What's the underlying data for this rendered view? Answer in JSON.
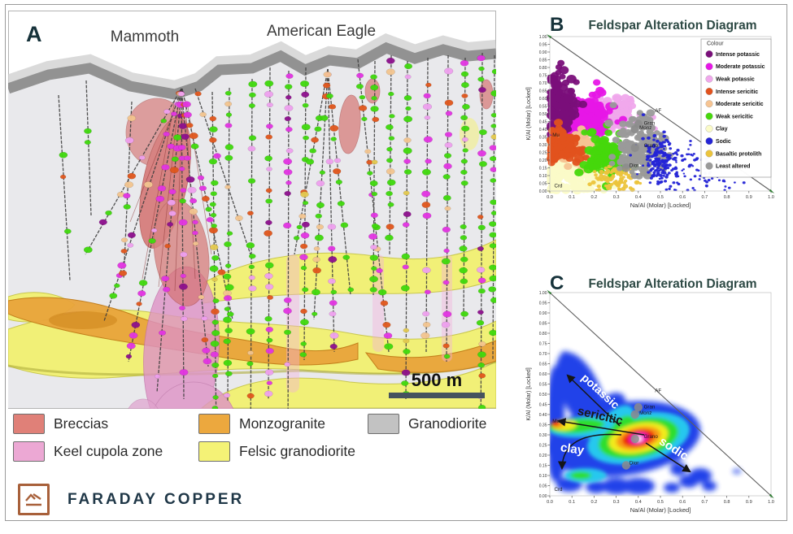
{
  "panel_a": {
    "label": "A",
    "mammoth": "Mammoth",
    "american_eagle": "American Eagle",
    "scalebar_label": "500 m",
    "legend": [
      {
        "label": "Breccias",
        "color": "#E08078"
      },
      {
        "label": "Monzogranite",
        "color": "#ECA83E"
      },
      {
        "label": "Granodiorite",
        "color": "#C2C2C2"
      },
      {
        "label": "Keel cupola zone",
        "color": "#ECA8D4"
      },
      {
        "label": "Felsic granodiorite",
        "color": "#F4F276"
      }
    ],
    "dot_palettes": {
      "g": [
        [
          "#3FD80C",
          0.62
        ],
        [
          "#E233E2",
          0.08
        ],
        [
          "#EFA0EF",
          0.06
        ],
        [
          "#E0561C",
          0.1
        ],
        [
          "#F3C48F",
          0.08
        ],
        [
          "#8D0F8D",
          0.03
        ],
        [
          "#E3C94F",
          0.03
        ]
      ],
      "m": [
        [
          "#E233E2",
          0.34
        ],
        [
          "#EFA0EF",
          0.22
        ],
        [
          "#3FD80C",
          0.16
        ],
        [
          "#8D0F8D",
          0.1
        ],
        [
          "#E0561C",
          0.1
        ],
        [
          "#F3C48F",
          0.08
        ]
      ],
      "s": [
        [
          "#E0561C",
          0.3
        ],
        [
          "#3FD80C",
          0.28
        ],
        [
          "#F3C48F",
          0.2
        ],
        [
          "#E233E2",
          0.12
        ],
        [
          "#EFA0EF",
          0.1
        ]
      ]
    },
    "holes": [
      [
        213,
        96,
        95,
        300,
        "m",
        0.6
      ],
      [
        213,
        96,
        118,
        382,
        "m",
        0.6
      ],
      [
        213,
        96,
        148,
        432,
        "m",
        0.65
      ],
      [
        213,
        96,
        183,
        470,
        "m",
        0.6
      ],
      [
        213,
        96,
        216,
        478,
        "m",
        0.6
      ],
      [
        213,
        96,
        246,
        438,
        "m",
        0.55
      ],
      [
        214,
        96,
        276,
        380,
        "s",
        0.6
      ],
      [
        152,
        112,
        142,
        330,
        "s",
        0.5
      ],
      [
        230,
        96,
        298,
        300,
        "s",
        0.5
      ],
      [
        62,
        104,
        76,
        332,
        "g",
        0.25
      ],
      [
        96,
        86,
        102,
        252,
        "g",
        0.2
      ],
      [
        251,
        100,
        256,
        522,
        "g",
        0.6
      ],
      [
        272,
        95,
        270,
        480,
        "g",
        0.6
      ],
      [
        300,
        84,
        298,
        560,
        "g",
        0.55
      ],
      [
        322,
        70,
        320,
        478,
        "m",
        0.6
      ],
      [
        345,
        74,
        344,
        560,
        "m",
        0.65
      ],
      [
        366,
        70,
        364,
        430,
        "g",
        0.6
      ],
      [
        393,
        72,
        352,
        300,
        "g",
        0.6
      ],
      [
        393,
        72,
        376,
        380,
        "g",
        0.6
      ],
      [
        393,
        72,
        401,
        420,
        "m",
        0.6
      ],
      [
        393,
        72,
        421,
        350,
        "g",
        0.6
      ],
      [
        430,
        60,
        468,
        420,
        "s",
        0.5
      ],
      [
        451,
        62,
        449,
        350,
        "g",
        0.6
      ],
      [
        471,
        55,
        469,
        300,
        "g",
        0.55
      ],
      [
        491,
        62,
        489,
        478,
        "g",
        0.6
      ],
      [
        516,
        58,
        514,
        420,
        "m",
        0.6
      ],
      [
        541,
        55,
        539,
        432,
        "m",
        0.6
      ],
      [
        562,
        58,
        560,
        380,
        "g",
        0.6
      ],
      [
        583,
        52,
        581,
        560,
        "g",
        0.6
      ],
      [
        598,
        55,
        596,
        430,
        "g",
        0.55
      ]
    ]
  },
  "branding": {
    "company": "FARADAY COPPER"
  },
  "chart_data": [
    {
      "type": "scatter",
      "panel_label": "B",
      "title": "Feldspar Alteration Diagram",
      "xlabel": "Na/Al (Molar) [Locked]",
      "ylabel": "K/Al (Molar) [Locked]",
      "xlim": [
        0,
        1
      ],
      "ylim": [
        0,
        1
      ],
      "x_ticks": [
        "0.0",
        "0.1",
        "0.2",
        "0.3",
        "0.4",
        "0.5",
        "0.6",
        "0.7",
        "0.8",
        "0.9",
        "1.0"
      ],
      "y_ticks": [
        "0.00",
        "0.05",
        "0.10",
        "0.15",
        "0.20",
        "0.25",
        "0.30",
        "0.35",
        "0.40",
        "0.45",
        "0.50",
        "0.55",
        "0.60",
        "0.65",
        "0.70",
        "0.75",
        "0.80",
        "0.85",
        "0.90",
        "0.95",
        "1.00"
      ],
      "legend_title": "Colour",
      "legend": [
        {
          "label": "Intense potassic",
          "color": "#7A0F7A"
        },
        {
          "label": "Moderate potassic",
          "color": "#E716E7"
        },
        {
          "label": "Weak potassic",
          "color": "#F0A8EC"
        },
        {
          "label": "Intense sericitic",
          "color": "#E2521D"
        },
        {
          "label": "Moderate sericitic",
          "color": "#F6C492"
        },
        {
          "label": "Weak sericitic",
          "color": "#46D80C"
        },
        {
          "label": "Clay",
          "color": "#FBFBC8"
        },
        {
          "label": "Sodic",
          "color": "#2424D6"
        },
        {
          "label": "Basaltic protolith",
          "color": "#ECC43C"
        },
        {
          "label": "Least altered",
          "color": "#9A9A9A"
        }
      ],
      "clusters": [
        {
          "name": "Clay",
          "color": "#FBFBC8",
          "cx": 0.08,
          "cy": 0.13,
          "sx": 0.08,
          "sy": 0.09,
          "n": 160,
          "r": 5
        },
        {
          "name": "Weak potassic",
          "color": "#F0A8EC",
          "cx": 0.27,
          "cy": 0.5,
          "sx": 0.065,
          "sy": 0.055,
          "n": 150,
          "r": 5
        },
        {
          "name": "Moderate potassic",
          "color": "#E716E7",
          "cx": 0.14,
          "cy": 0.47,
          "sx": 0.06,
          "sy": 0.08,
          "n": 190,
          "r": 5
        },
        {
          "name": "Intense potassic",
          "color": "#7A0F7A",
          "cx": 0.045,
          "cy": 0.53,
          "sx": 0.035,
          "sy": 0.11,
          "n": 170,
          "r": 5
        },
        {
          "name": "Moderate sericitic",
          "color": "#F6C492",
          "cx": 0.14,
          "cy": 0.27,
          "sx": 0.05,
          "sy": 0.045,
          "n": 110,
          "r": 5
        },
        {
          "name": "Intense sericitic",
          "color": "#E2521D",
          "cx": 0.05,
          "cy": 0.29,
          "sx": 0.04,
          "sy": 0.055,
          "n": 120,
          "r": 5
        },
        {
          "name": "Weak sericitic",
          "color": "#46D80C",
          "cx": 0.25,
          "cy": 0.225,
          "sx": 0.045,
          "sy": 0.07,
          "n": 130,
          "r": 5
        },
        {
          "name": "Basaltic protolith",
          "color": "#ECC43C",
          "cx": 0.3,
          "cy": 0.085,
          "sx": 0.06,
          "sy": 0.045,
          "n": 90,
          "r": 2.6
        },
        {
          "name": "Least altered",
          "color": "#9A9A9A",
          "cx": 0.4,
          "cy": 0.295,
          "sx": 0.05,
          "sy": 0.085,
          "n": 170,
          "r": 4.5
        },
        {
          "name": "Sodic dense",
          "color": "#2424D6",
          "cx": 0.5,
          "cy": 0.21,
          "sx": 0.035,
          "sy": 0.08,
          "n": 150,
          "r": 2
        },
        {
          "name": "Sodic scatter",
          "color": "#2424D6",
          "cx": 0.62,
          "cy": 0.17,
          "sx": 0.11,
          "sy": 0.095,
          "n": 110,
          "r": 1.7
        }
      ],
      "annotations": [
        {
          "text": "Mu",
          "x": 0.012,
          "y": 0.352
        },
        {
          "text": "Crd",
          "x": 0.02,
          "y": 0.025
        },
        {
          "text": "AF",
          "x": 0.475,
          "y": 0.51
        },
        {
          "text": "Gran",
          "x": 0.425,
          "y": 0.43
        },
        {
          "text": "Monz",
          "x": 0.405,
          "y": 0.4
        },
        {
          "text": "Grano",
          "x": 0.425,
          "y": 0.285
        },
        {
          "text": "Dior",
          "x": 0.36,
          "y": 0.155
        }
      ],
      "ref_points": [
        {
          "x": 0.4,
          "y": 0.435
        },
        {
          "x": 0.385,
          "y": 0.4
        },
        {
          "x": 0.385,
          "y": 0.28
        },
        {
          "x": 0.345,
          "y": 0.15
        }
      ]
    },
    {
      "type": "heatmap",
      "panel_label": "C",
      "title": "Feldspar Alteration Diagram",
      "xlabel": "Na/Al (Molar) [Locked]",
      "ylabel": "K/Al (Molar) [Locked]",
      "xlim": [
        0,
        1
      ],
      "ylim": [
        0,
        1
      ],
      "x_ticks": [
        "0.0",
        "0.1",
        "0.2",
        "0.3",
        "0.4",
        "0.5",
        "0.6",
        "0.7",
        "0.8",
        "0.9",
        "1.0"
      ],
      "y_ticks": [
        "0.00",
        "0.05",
        "0.10",
        "0.15",
        "0.20",
        "0.25",
        "0.30",
        "0.35",
        "0.40",
        "0.45",
        "0.50",
        "0.55",
        "0.60",
        "0.65",
        "0.70",
        "0.75",
        "0.80",
        "0.85",
        "0.90",
        "0.95",
        "1.00"
      ],
      "hotspot": {
        "x": 0.4,
        "y": 0.285
      },
      "trend_labels": [
        {
          "text": "potassic",
          "x": 0.217,
          "y": 0.5,
          "rot": 42,
          "color": "#FFFFFF",
          "size": 14
        },
        {
          "text": "sericitic",
          "x": 0.224,
          "y": 0.375,
          "rot": 13,
          "color": "#1A1A1A",
          "size": 15
        },
        {
          "text": "clay",
          "x": 0.099,
          "y": 0.212,
          "rot": 8,
          "color": "#FFFFFF",
          "size": 15
        },
        {
          "text": "sodic",
          "x": 0.551,
          "y": 0.216,
          "rot": 33,
          "color": "#FFFFFF",
          "size": 15
        }
      ],
      "annotations": [
        {
          "text": "Mu",
          "x": 0.012,
          "y": 0.36
        },
        {
          "text": "Crd",
          "x": 0.02,
          "y": 0.025
        },
        {
          "text": "AF",
          "x": 0.475,
          "y": 0.51
        },
        {
          "text": "Gran",
          "x": 0.425,
          "y": 0.43
        },
        {
          "text": "Monz",
          "x": 0.405,
          "y": 0.4
        },
        {
          "text": "Grano",
          "x": 0.425,
          "y": 0.285
        },
        {
          "text": "Dior",
          "x": 0.36,
          "y": 0.155
        }
      ],
      "ref_points": [
        {
          "x": 0.4,
          "y": 0.435
        },
        {
          "x": 0.385,
          "y": 0.4
        },
        {
          "x": 0.385,
          "y": 0.28
        },
        {
          "x": 0.345,
          "y": 0.15
        }
      ]
    }
  ]
}
